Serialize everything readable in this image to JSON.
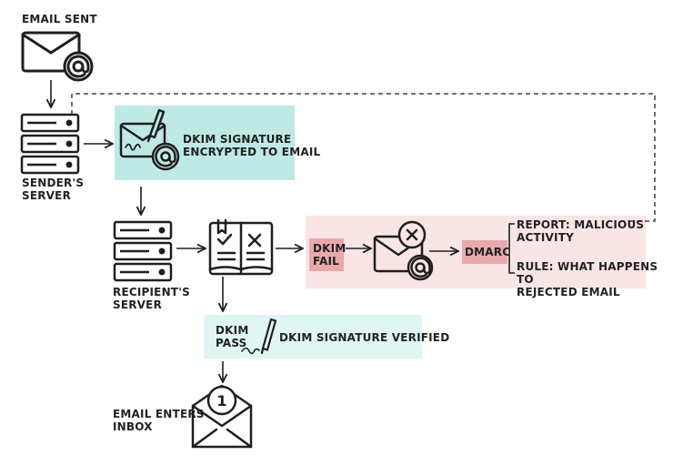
{
  "colors": {
    "teal": "#bfe9e4",
    "light_teal": "#e0f6f4",
    "pink": "#fae5e5",
    "rose": "#e8a9ac",
    "ink": "#1f1f1f"
  },
  "labels": {
    "email_sent": "EMAIL SENT",
    "senders_server_line1": "SENDER'S",
    "senders_server_line2": "SERVER",
    "dkim_signature_line1": "DKIM SIGNATURE",
    "dkim_signature_line2": "ENCRYPTED TO EMAIL",
    "recipients_server_line1": "RECIPIENT'S",
    "recipients_server_line2": "SERVER",
    "dkim_fail_line1": "DKIM",
    "dkim_fail_line2": "FAIL",
    "dmarc": "DMARC",
    "report_line1": "REPORT: MALICIOUS",
    "report_line2": "ACTIVITY",
    "rule_line1": "RULE: WHAT HAPPENS TO",
    "rule_line2": "REJECTED EMAIL",
    "dkim_pass_line1": "DKIM",
    "dkim_pass_line2": "PASS",
    "dkim_verified": "DKIM SIGNATURE VERIFIED",
    "inbox_line1": "EMAIL ENTERS",
    "inbox_line2": "INBOX",
    "inbox_badge": "1"
  },
  "icons": [
    "envelope-at-icon",
    "server-icon",
    "signed-envelope-icon",
    "checklist-book-icon",
    "envelope-x-icon",
    "signature-pen-icon",
    "inbox-envelope-icon"
  ]
}
